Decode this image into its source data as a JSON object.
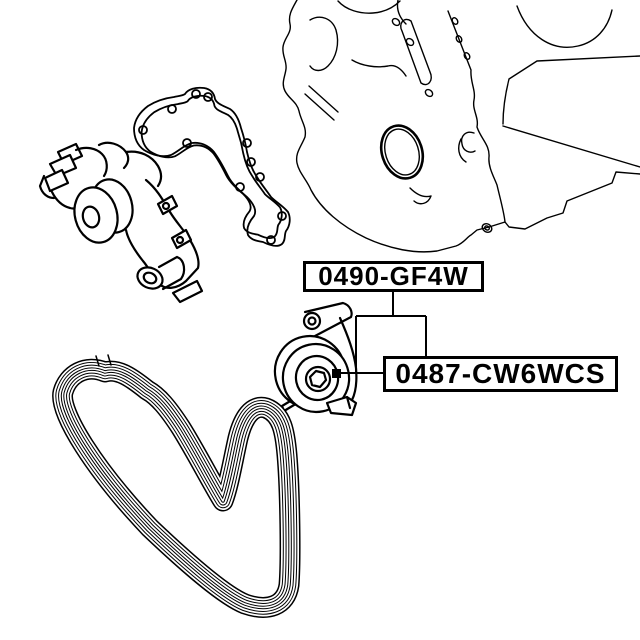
{
  "page": {
    "background_color": "#ffffff",
    "line_color": "#000000"
  },
  "diagram": {
    "type": "exploded-parts-line-drawing",
    "callouts": [
      {
        "part_number": "0490-GF4W",
        "points_to": "belt-tensioner-assembly"
      },
      {
        "part_number": "0487-CW6WCS",
        "points_to": "tensioner-pulley"
      }
    ],
    "illustrations": [
      {
        "name": "water-pump"
      },
      {
        "name": "water-pump-gasket"
      },
      {
        "name": "engine-block-front-cover"
      },
      {
        "name": "serpentine-belt"
      },
      {
        "name": "tensioner-pulley-assembly"
      }
    ]
  }
}
